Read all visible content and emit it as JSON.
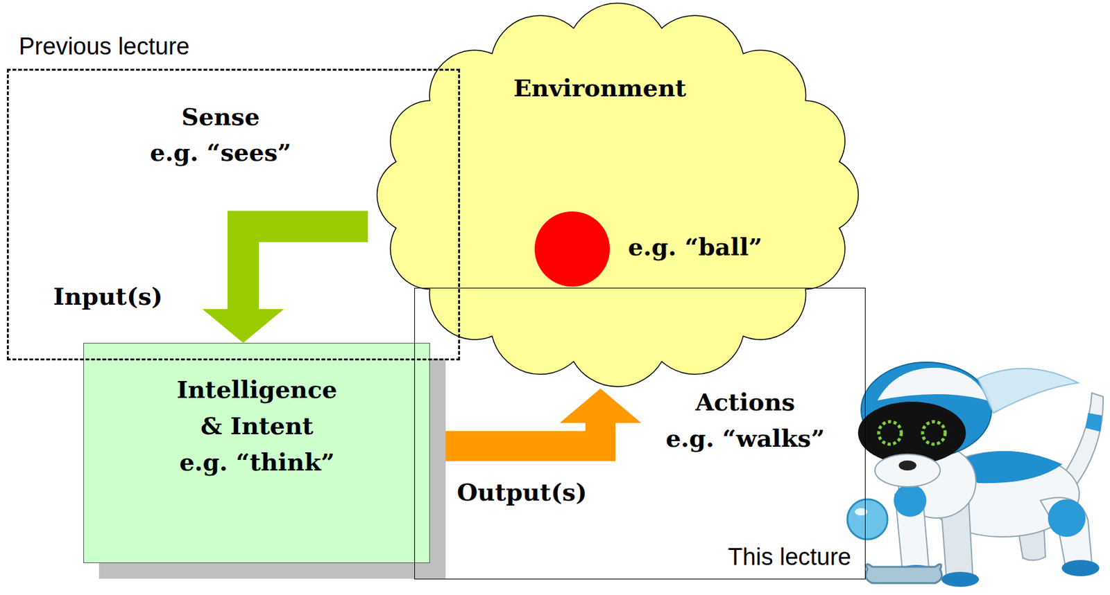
{
  "diagram": {
    "nodes": [
      {
        "text": [
          "Previous lecture",
          "Sense e.g. “sees”"
        ]
      },
      {
        "text": [
          "Environment"
        ]
      },
      {
        "text": [
          "Intelligence & Intent e.g. “think”"
        ]
      },
      {
        "text": [
          "Actions e.g. “walks”",
          "This lecture"
        ]
      }
    ],
    "edges": [
      {
        "from": 1,
        "to": 2,
        "arrow": "to",
        "label": "Input(s)"
      },
      {
        "from": 2,
        "to": 1,
        "arrow": "to",
        "label": "Output(s)"
      }
    ],
    "labels": [
      "e.g. “ball”"
    ]
  }
}
